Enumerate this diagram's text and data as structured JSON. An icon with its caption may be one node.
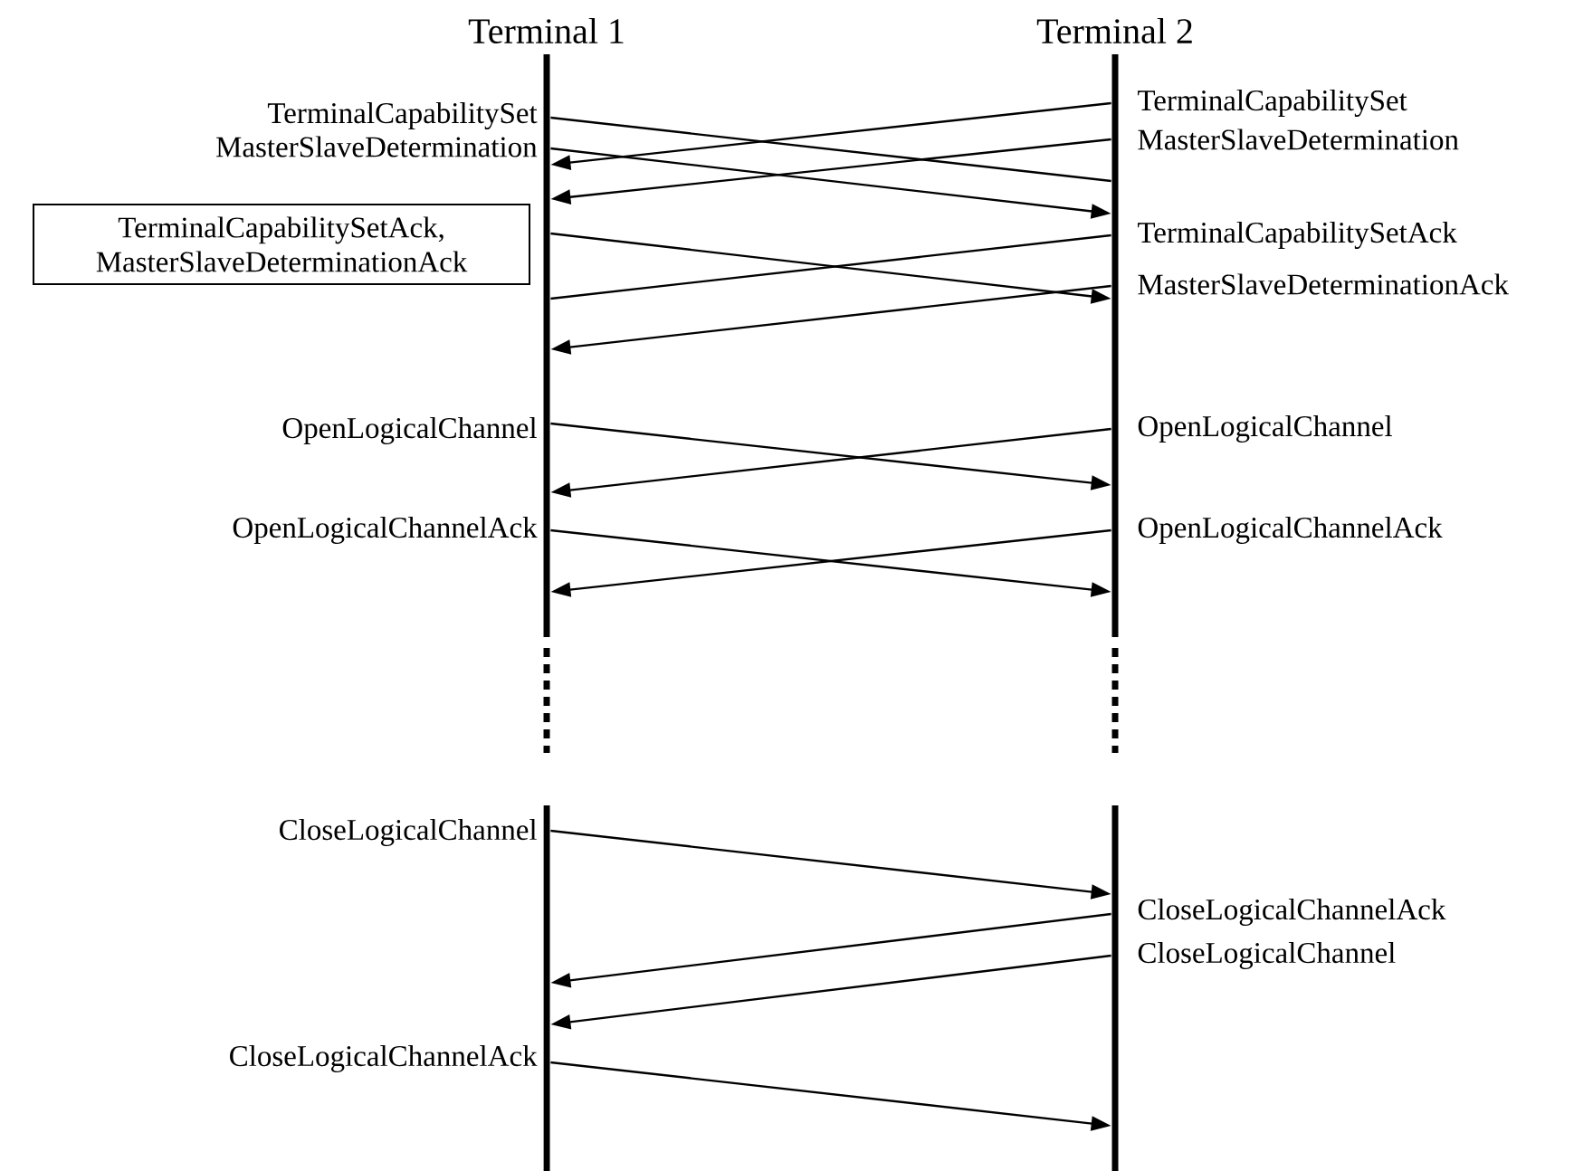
{
  "diagram": {
    "nodes": [
      {
        "text": [
          "Terminal 1"
        ]
      },
      {
        "text": [
          "Terminal 2"
        ]
      },
      {
        "text": [
          "TerminalCapabilitySetAck, MasterSlaveDeterminationAck"
        ]
      }
    ],
    "edges": [
      {
        "from": 0,
        "to": 1,
        "arrow": "none",
        "label": "TerminalCapabilitySet"
      },
      {
        "from": 1,
        "to": 0,
        "arrow": "to",
        "label": "TerminalCapabilitySet"
      },
      {
        "from": 1,
        "to": 0,
        "arrow": "to",
        "label": "MasterSlaveDetermination"
      },
      {
        "from": 0,
        "to": 1,
        "arrow": "to",
        "label": "MasterSlaveDetermination"
      },
      {
        "from": 0,
        "to": 1,
        "arrow": "to"
      },
      {
        "from": 1,
        "to": 0,
        "arrow": "none",
        "label": "TerminalCapabilitySetAck"
      },
      {
        "from": 1,
        "to": 0,
        "arrow": "to",
        "label": "MasterSlaveDeterminationAck"
      },
      {
        "from": 0,
        "to": 1,
        "arrow": "to",
        "label": "OpenLogicalChannel"
      },
      {
        "from": 1,
        "to": 0,
        "arrow": "to",
        "label": "OpenLogicalChannel"
      },
      {
        "from": 0,
        "to": 1,
        "arrow": "to",
        "label": "OpenLogicalChannelAck"
      },
      {
        "from": 1,
        "to": 0,
        "arrow": "to",
        "label": "OpenLogicalChannelAck"
      },
      {
        "from": 0,
        "to": 1,
        "arrow": "to",
        "label": "CloseLogicalChannel"
      },
      {
        "from": 1,
        "to": 0,
        "arrow": "to",
        "label": "CloseLogicalChannelAck"
      },
      {
        "from": 1,
        "to": 0,
        "arrow": "to",
        "label": "CloseLogicalChannel"
      },
      {
        "from": 0,
        "to": 1,
        "arrow": "to",
        "label": "CloseLogicalChannelAck"
      }
    ]
  }
}
